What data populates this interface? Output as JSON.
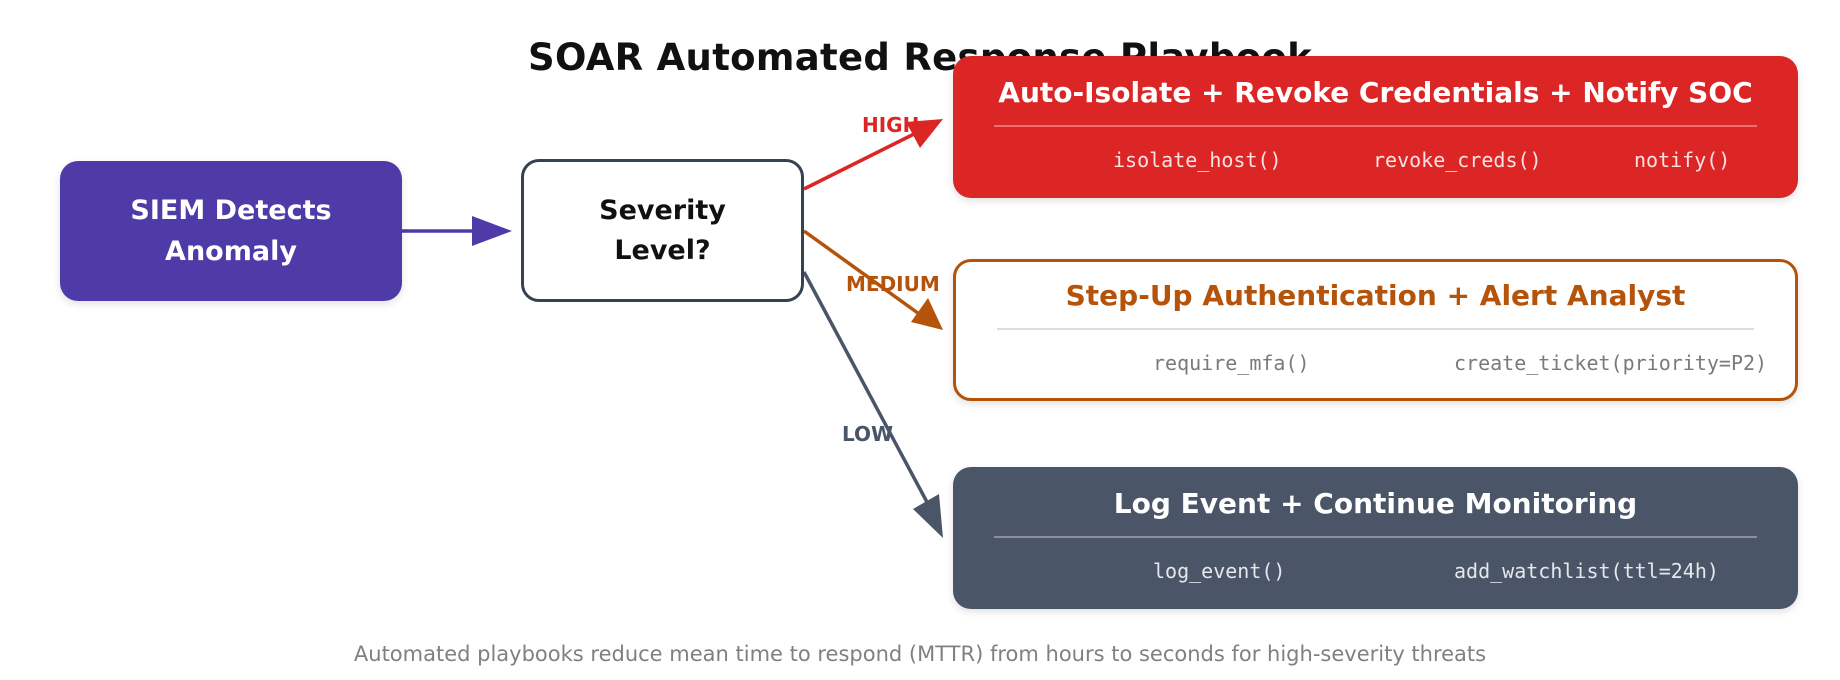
{
  "title": "SOAR Automated Response Playbook",
  "start_node": {
    "label": "SIEM Detects Anomaly",
    "color": "#4f3ba8"
  },
  "decision_node": {
    "label": "Severity Level?",
    "border_color": "#364152"
  },
  "branches": [
    {
      "label": "HIGH",
      "color": "#dc2626",
      "action_title": "Auto-Isolate + Revoke Credentials + Notify SOC",
      "functions": [
        "isolate_host()",
        "revoke_creds()",
        "notify()"
      ]
    },
    {
      "label": "MEDIUM",
      "color": "#b45309",
      "action_title": "Step-Up Authentication + Alert Analyst",
      "functions": [
        "require_mfa()",
        "create_ticket(priority=P2)"
      ]
    },
    {
      "label": "LOW",
      "color": "#4a5568",
      "action_title": "Log Event + Continue Monitoring",
      "functions": [
        "log_event()",
        "add_watchlist(ttl=24h)"
      ]
    }
  ],
  "footer": "Automated playbooks reduce mean time to respond (MTTR) from hours to seconds for high-severity threats"
}
